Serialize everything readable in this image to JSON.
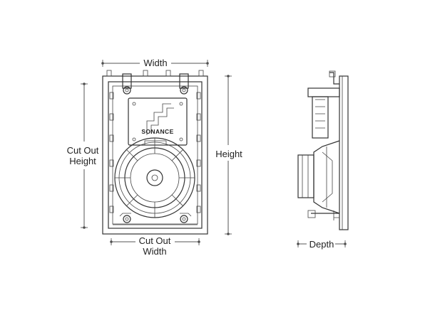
{
  "labels": {
    "width": "Width",
    "height": "Height",
    "cutout_height_line1": "Cut Out",
    "cutout_height_line2": "Height",
    "cutout_width_line1": "Cut Out",
    "cutout_width_line2": "Width",
    "depth": "Depth"
  },
  "brand": "SONANCE",
  "colors": {
    "line": "#333333",
    "dimension": "#555555",
    "background": "#ffffff"
  }
}
